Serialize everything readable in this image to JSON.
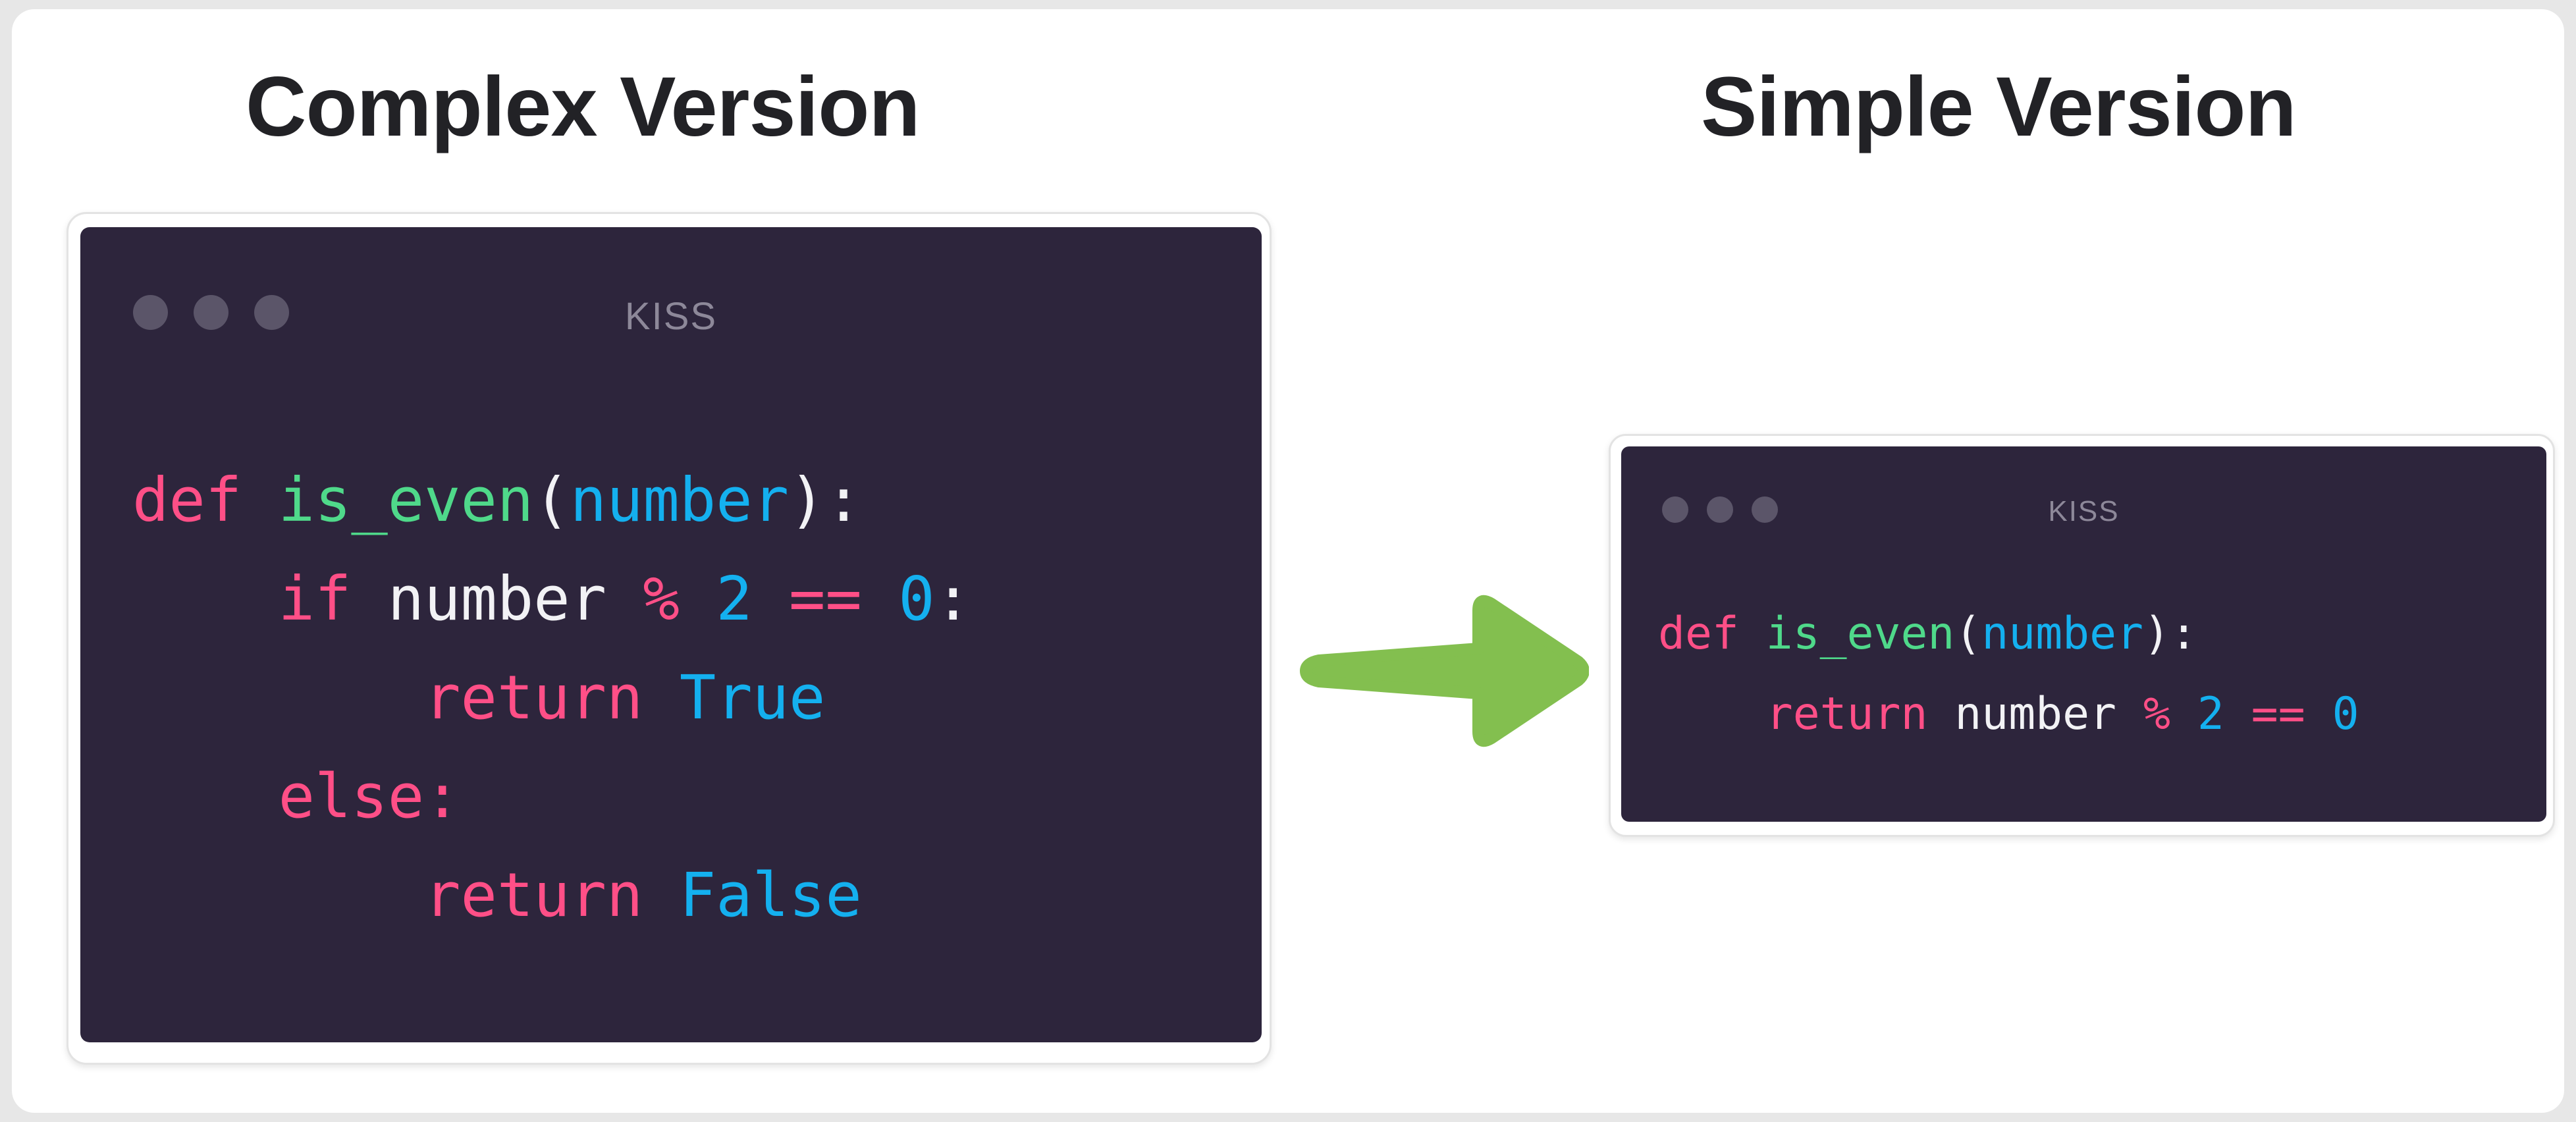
{
  "page": {
    "background_color": "#e7e7e7",
    "card_color": "#ffffff"
  },
  "headings": {
    "left": "Complex Version",
    "right": "Simple Version"
  },
  "colors": {
    "code_background": "#2d253c",
    "window_dot": "#5b5569",
    "window_title": "#8d8899",
    "arrow": "#83bf4f",
    "keyword": "#ff4f87",
    "function": "#4fd98a",
    "variable": "#14b0ef",
    "number": "#14b0ef",
    "operator": "#ff4f87",
    "punctuation": "#f2f2f5",
    "plain": "#f2f2f5",
    "boolean": "#14b0ef",
    "heading_text": "#222226"
  },
  "complex_block": {
    "window_title": "KISS",
    "dots": [
      "dot-1",
      "dot-2",
      "dot-3"
    ],
    "lines": [
      {
        "indent": 0,
        "tokens": [
          {
            "t": "def",
            "c": "kw"
          },
          {
            "t": " ",
            "c": "pln"
          },
          {
            "t": "is_even",
            "c": "fn"
          },
          {
            "t": "(",
            "c": "pun"
          },
          {
            "t": "number",
            "c": "var"
          },
          {
            "t": ")",
            "c": "pun"
          },
          {
            "t": ":",
            "c": "pun"
          }
        ]
      },
      {
        "indent": 1,
        "tokens": [
          {
            "t": "if",
            "c": "kw"
          },
          {
            "t": " ",
            "c": "pln"
          },
          {
            "t": "number",
            "c": "pln"
          },
          {
            "t": " ",
            "c": "pln"
          },
          {
            "t": "%",
            "c": "op"
          },
          {
            "t": " ",
            "c": "pln"
          },
          {
            "t": "2",
            "c": "num"
          },
          {
            "t": " ",
            "c": "pln"
          },
          {
            "t": "==",
            "c": "op"
          },
          {
            "t": " ",
            "c": "pln"
          },
          {
            "t": "0",
            "c": "num"
          },
          {
            "t": ":",
            "c": "pun"
          }
        ]
      },
      {
        "indent": 2,
        "tokens": [
          {
            "t": "return",
            "c": "kw"
          },
          {
            "t": " ",
            "c": "pln"
          },
          {
            "t": "True",
            "c": "bool"
          }
        ]
      },
      {
        "indent": 1,
        "tokens": [
          {
            "t": "else",
            "c": "kw"
          },
          {
            "t": ":",
            "c": "kw"
          }
        ]
      },
      {
        "indent": 2,
        "tokens": [
          {
            "t": "return",
            "c": "kw"
          },
          {
            "t": " ",
            "c": "pln"
          },
          {
            "t": "False",
            "c": "bool"
          }
        ]
      }
    ],
    "plain_text": "def is_even(number):\n    if number % 2 == 0:\n        return True\n    else:\n        return False"
  },
  "simple_block": {
    "window_title": "KISS",
    "dots": [
      "dot-1",
      "dot-2",
      "dot-3"
    ],
    "lines": [
      {
        "indent": 0,
        "tokens": [
          {
            "t": "def",
            "c": "kw"
          },
          {
            "t": " ",
            "c": "pln"
          },
          {
            "t": "is_even",
            "c": "fn"
          },
          {
            "t": "(",
            "c": "pun"
          },
          {
            "t": "number",
            "c": "var"
          },
          {
            "t": ")",
            "c": "pun"
          },
          {
            "t": ":",
            "c": "pun"
          }
        ]
      },
      {
        "indent": 1,
        "tokens": [
          {
            "t": "return",
            "c": "kw"
          },
          {
            "t": " ",
            "c": "pln"
          },
          {
            "t": "number",
            "c": "pln"
          },
          {
            "t": " ",
            "c": "pln"
          },
          {
            "t": "%",
            "c": "op"
          },
          {
            "t": " ",
            "c": "pln"
          },
          {
            "t": "2",
            "c": "num"
          },
          {
            "t": " ",
            "c": "pln"
          },
          {
            "t": "==",
            "c": "op"
          },
          {
            "t": " ",
            "c": "pln"
          },
          {
            "t": "0",
            "c": "num"
          }
        ]
      }
    ],
    "plain_text": "def is_even(number):\n    return number % 2 == 0"
  },
  "arrow": {
    "direction": "right",
    "color": "#83bf4f",
    "label": "transforms-into"
  }
}
